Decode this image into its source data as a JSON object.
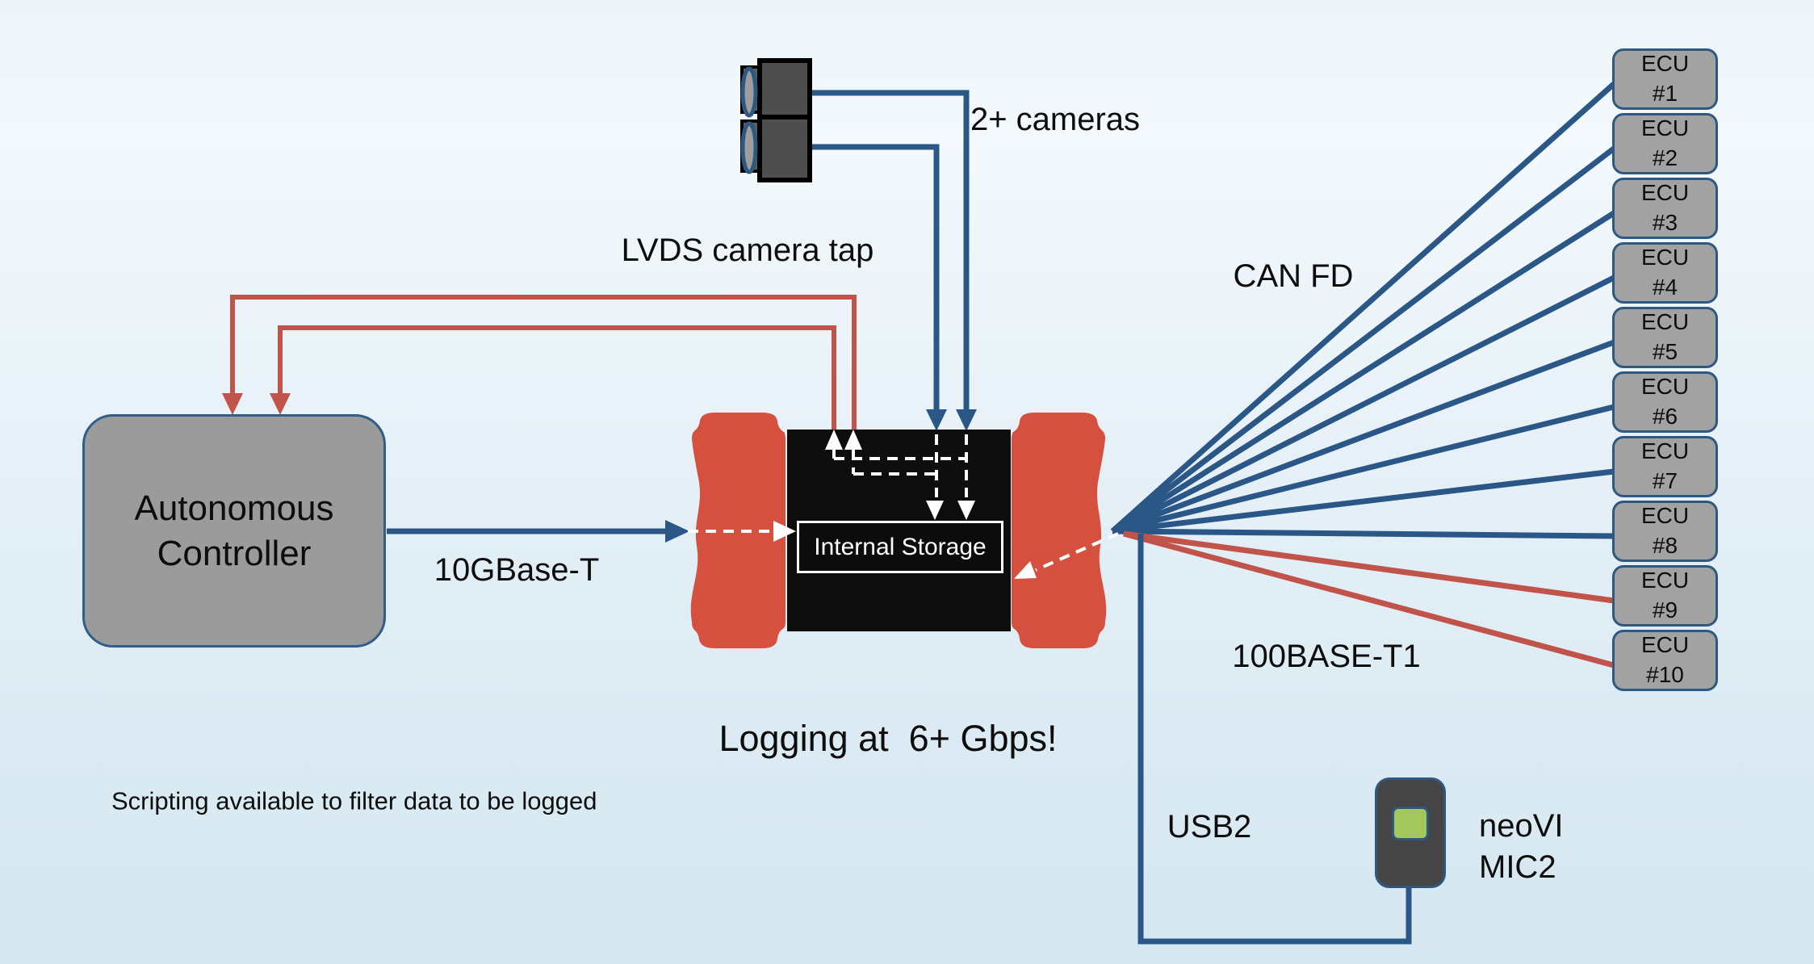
{
  "title": "Autonomous vehicle data logger diagram",
  "colors": {
    "wire_blue": "#2a5786",
    "wire_red": "#c0544b",
    "connector_red": "#d5503e",
    "device_black": "#0d0d0d",
    "box_gray": "#9b9b9b",
    "border_blue": "#2e5880",
    "mic_green": "#a3c75a",
    "mic_gray": "#454545",
    "dash_white": "#ffffff"
  },
  "controller": {
    "line1": "Autonomous",
    "line2": "Controller"
  },
  "logger": {
    "storage_label": "Internal Storage"
  },
  "cameras": {
    "label": "2+ cameras"
  },
  "links": {
    "lvds": "LVDS camera tap",
    "ethernet": "10GBase-T",
    "can": "CAN FD",
    "automotive_ethernet": "100BASE-T1",
    "usb": "USB2"
  },
  "notes": {
    "logging": "Logging at  6+ Gbps!",
    "scripting": "Scripting available to filter data to be logged"
  },
  "mic": {
    "line1": "neoVI",
    "line2": "MIC2"
  },
  "ecus": [
    {
      "line1": "ECU",
      "line2": "#1",
      "bus": "CAN FD"
    },
    {
      "line1": "ECU",
      "line2": "#2",
      "bus": "CAN FD"
    },
    {
      "line1": "ECU",
      "line2": "#3",
      "bus": "CAN FD"
    },
    {
      "line1": "ECU",
      "line2": "#4",
      "bus": "CAN FD"
    },
    {
      "line1": "ECU",
      "line2": "#5",
      "bus": "CAN FD"
    },
    {
      "line1": "ECU",
      "line2": "#6",
      "bus": "CAN FD"
    },
    {
      "line1": "ECU",
      "line2": "#7",
      "bus": "CAN FD"
    },
    {
      "line1": "ECU",
      "line2": "#8",
      "bus": "CAN FD"
    },
    {
      "line1": "ECU",
      "line2": "#9",
      "bus": "100BASE-T1"
    },
    {
      "line1": "ECU",
      "line2": "#10",
      "bus": "100BASE-T1"
    }
  ]
}
